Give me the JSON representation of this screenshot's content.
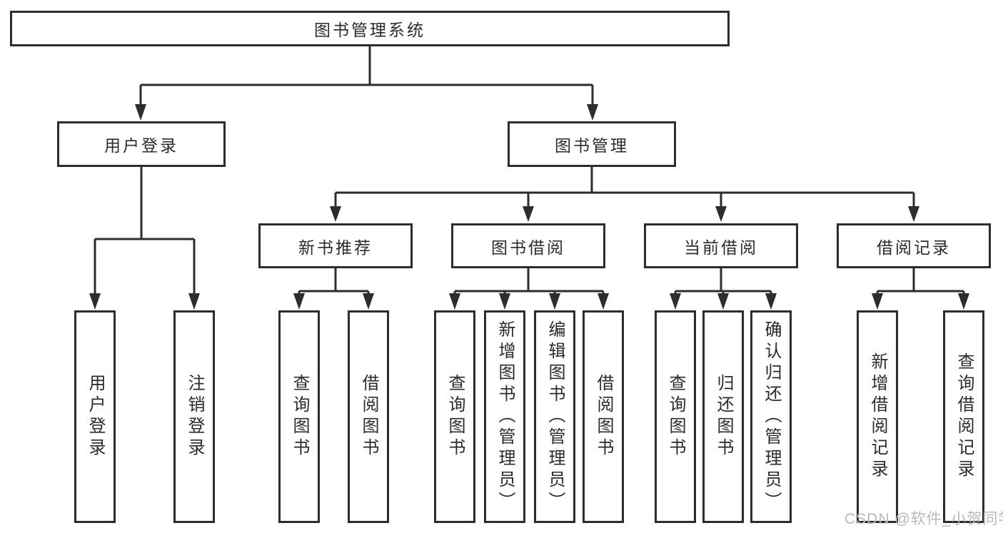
{
  "diagram": {
    "root": "图书管理系统",
    "branches": [
      {
        "label": "用户登录",
        "children": [
          "用户登录",
          "注销登录"
        ]
      },
      {
        "label": "图书管理",
        "groups": [
          {
            "label": "新书推荐",
            "children": [
              "查询图书",
              "借阅图书"
            ]
          },
          {
            "label": "图书借阅",
            "children": [
              "查询图书",
              "新增图书（管理员）",
              "编辑图书（管理员）",
              "借阅图书"
            ]
          },
          {
            "label": "当前借阅",
            "children": [
              "查询图书",
              "归还图书",
              "确认归还（管理员）"
            ]
          },
          {
            "label": "借阅记录",
            "children": [
              "新增借阅记录",
              "查询借阅记录"
            ]
          }
        ]
      }
    ]
  },
  "watermark": {
    "text": "CSDN @软件_小贺同学"
  },
  "colors": {
    "line": "#2d2d2d",
    "box_border": "#2d2d2d",
    "text": "#2b2b2b",
    "watermark": "#b9b9b9",
    "background": "#ffffff"
  }
}
